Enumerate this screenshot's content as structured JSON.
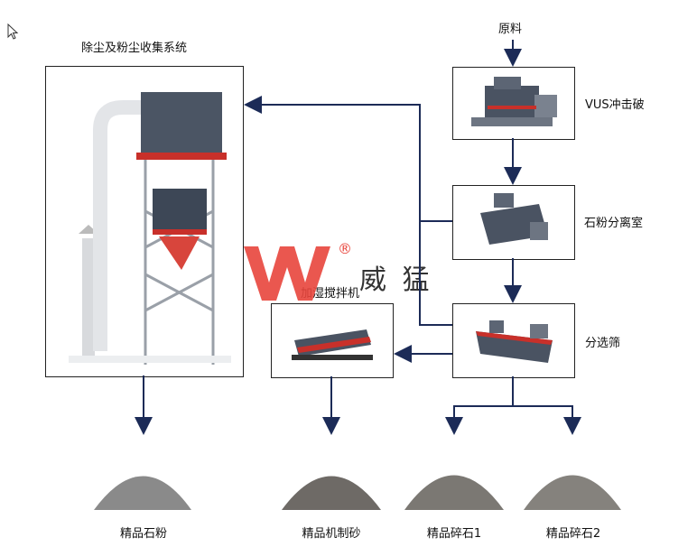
{
  "title": "除尘及粉尘收集系统",
  "nodes": {
    "raw": "原料",
    "vus": "VUS冲击破",
    "powder_room": "石粉分离室",
    "screen": "分选筛",
    "mixer": "加湿搅拌机",
    "dust": "除尘及粉尘收集系统"
  },
  "products": [
    "精品石粉",
    "精品机制砂",
    "精品碎石1",
    "精品碎石2"
  ],
  "watermark": {
    "text": "威 猛",
    "registered": "®"
  },
  "colors": {
    "arrow": "#1c2b57",
    "machine_dark": "#3d4756",
    "machine_red": "#c8302a",
    "pile": "#7d7d7d",
    "watermark": "#e8453c"
  }
}
